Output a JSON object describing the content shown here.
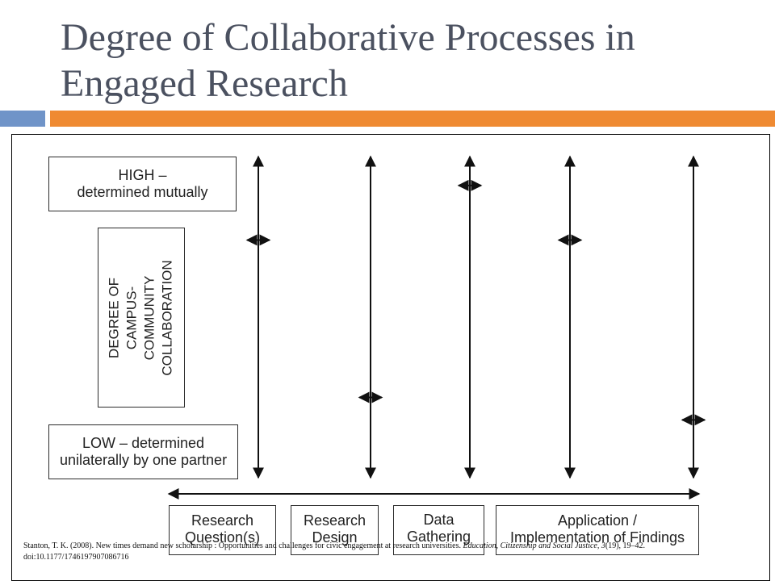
{
  "title": "Degree of Collaborative Processes in Engaged Research",
  "diagram": {
    "high_label": "HIGH –\ndetermined mutually",
    "degree_label": "DEGREE OF\nCAMPUS-COMMUNITY\nCOLLABORATION",
    "low_label": "LOW – determined\nunilaterally by one partner",
    "stages": [
      {
        "label": "Research\nQuestion(s)",
        "collaboration_level": 0.74
      },
      {
        "label": "Research\nDesign",
        "collaboration_level": 0.25
      },
      {
        "label": "Data\nGathering",
        "collaboration_level": 0.91
      },
      {
        "label": "Application /\nImplementation of Findings",
        "collaboration_level": 0.74
      },
      {
        "label": "",
        "collaboration_level": 0.18
      }
    ]
  },
  "citation": {
    "text1": "Stanton, T. K. (2008). New times demand new scholarship : Opportunities and challenges for civic engagement at research universities. ",
    "journal": "Education, Citizenship and Social Justice, 3",
    "text2": "(19), 19–42. doi:10.1177/1746197907086716"
  },
  "colors": {
    "title": "#4b5160",
    "accent_blue": "#7094c8",
    "accent_orange": "#ef8a32"
  }
}
